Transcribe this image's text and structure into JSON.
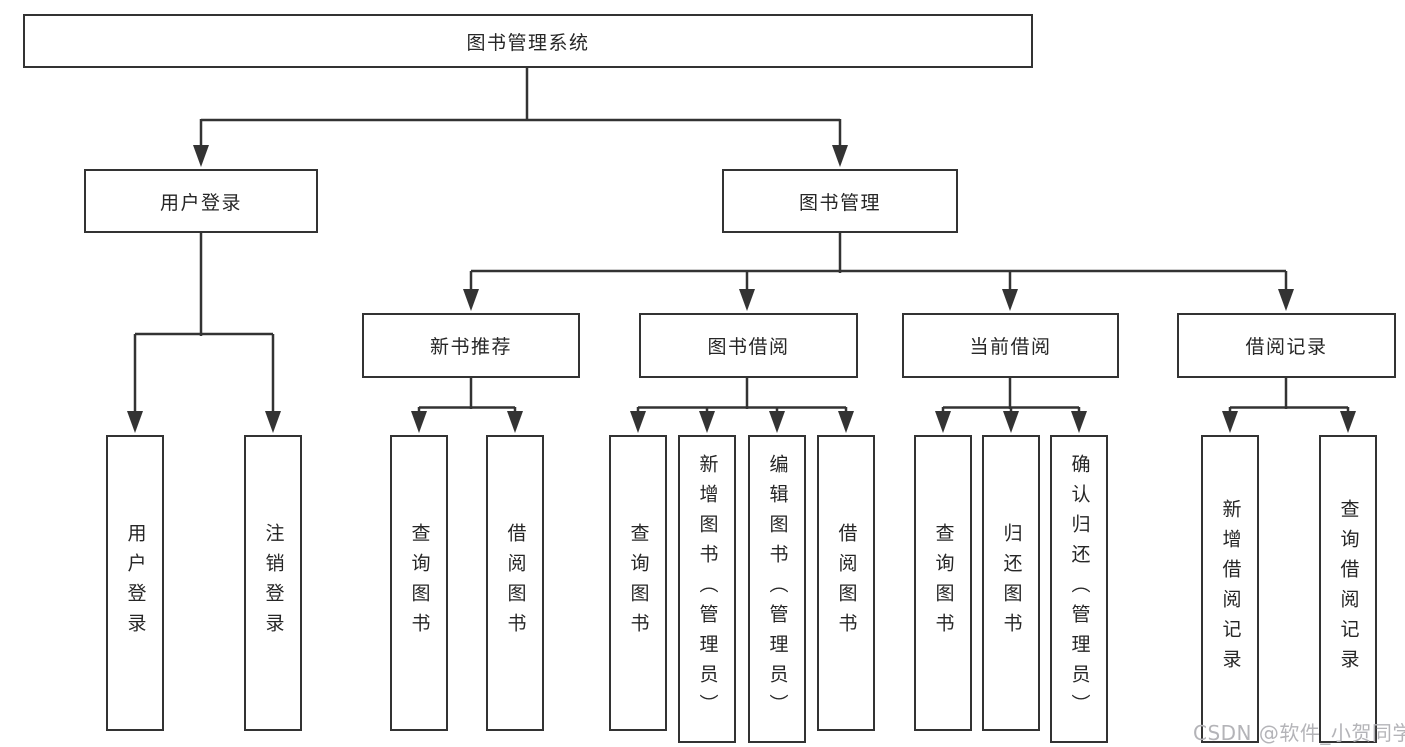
{
  "colors": {
    "background": "#ffffff",
    "box_fill": "#ffffff",
    "line": "#333333",
    "text": "#262626",
    "watermark": "#b4b4b8"
  },
  "diagram": {
    "root": {
      "label": "图书管理系统"
    },
    "branches": [
      {
        "label": "用户登录",
        "children": [
          {
            "label": "用户登录"
          },
          {
            "label": "注销登录"
          }
        ]
      },
      {
        "label": "图书管理",
        "children": [
          {
            "label": "新书推荐",
            "children": [
              {
                "label": "查询图书"
              },
              {
                "label": "借阅图书"
              }
            ]
          },
          {
            "label": "图书借阅",
            "children": [
              {
                "label": "查询图书"
              },
              {
                "label": "新增图书（管理员）"
              },
              {
                "label": "编辑图书（管理员）"
              },
              {
                "label": "借阅图书"
              }
            ]
          },
          {
            "label": "当前借阅",
            "children": [
              {
                "label": "查询图书"
              },
              {
                "label": "归还图书"
              },
              {
                "label": "确认归还（管理员）"
              }
            ]
          },
          {
            "label": "借阅记录",
            "children": [
              {
                "label": "新增借阅记录"
              },
              {
                "label": "查询借阅记录"
              }
            ]
          }
        ]
      }
    ]
  },
  "watermark": {
    "text": "CSDN @软件_小贺同学"
  }
}
